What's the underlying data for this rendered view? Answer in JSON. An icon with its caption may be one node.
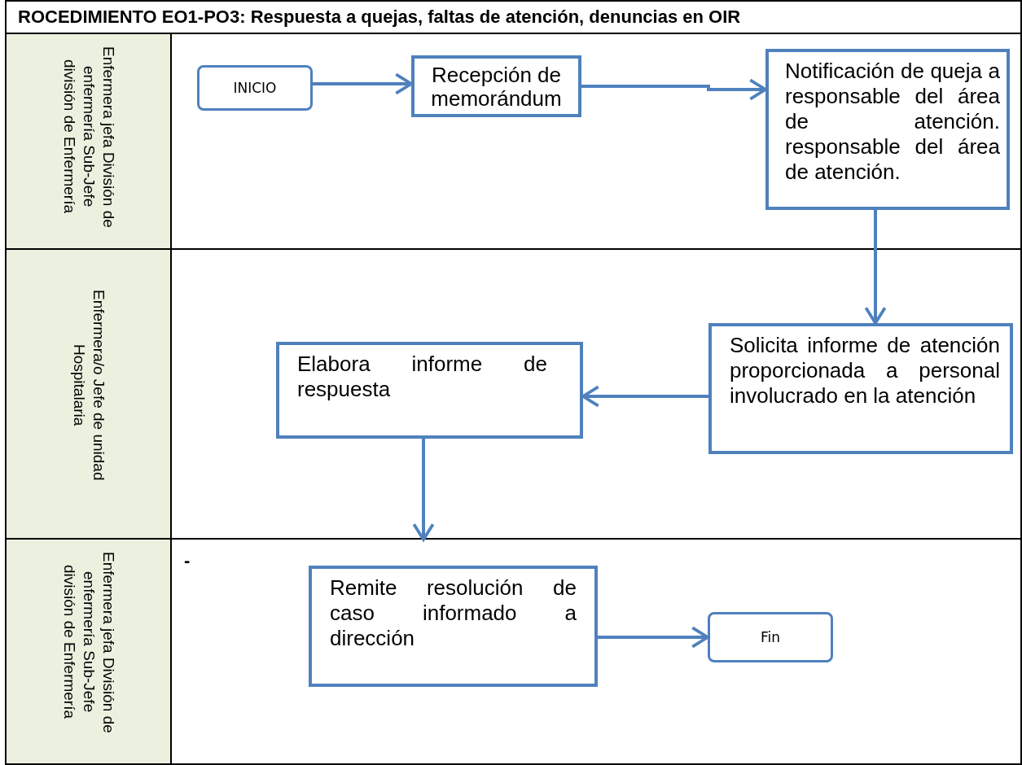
{
  "diagram": {
    "title": "ROCEDIMIENTO EO1-PO3: Respuesta a quejas, faltas de atención, denuncias en OIR",
    "nodes": [
      {
        "text": [
          "Enfermera jefa División de enfermería Sub-Jefe división de Enfermería"
        ]
      },
      {
        "text": [
          "INICIO"
        ],
        "in": 0
      },
      {
        "text": [
          "Recepción de memorándum"
        ],
        "in": 0
      },
      {
        "text": [
          "Notificación de queja a responsable del área de atención. responsable del área de atención."
        ],
        "in": 0
      },
      {
        "text": [
          "Enfermera/o Jefe de unidad Hospitalaria"
        ]
      },
      {
        "text": [
          "Solicita informe de atención proporcionada a personal involucrado en la atención"
        ],
        "in": 4
      },
      {
        "text": [
          "Elabora informe de respuesta"
        ],
        "in": 4
      },
      {
        "text": [
          "Enfermera jefa División de enfermería Sub-Jefe división de Enfermería"
        ]
      },
      {
        "text": [
          "Remite resolución de caso informado a dirección"
        ],
        "in": 7
      },
      {
        "text": [
          "Fin"
        ],
        "in": 7
      }
    ],
    "edges": [
      {
        "from": 1,
        "to": 2,
        "arrow": "to"
      },
      {
        "from": 2,
        "to": 3,
        "arrow": "to"
      },
      {
        "from": 3,
        "to": 5,
        "arrow": "to"
      },
      {
        "from": 5,
        "to": 6,
        "arrow": "to"
      },
      {
        "from": 6,
        "to": 7,
        "arrow": "to"
      },
      {
        "from": 8,
        "to": 9,
        "arrow": "to"
      }
    ],
    "labels": [
      "-"
    ]
  }
}
